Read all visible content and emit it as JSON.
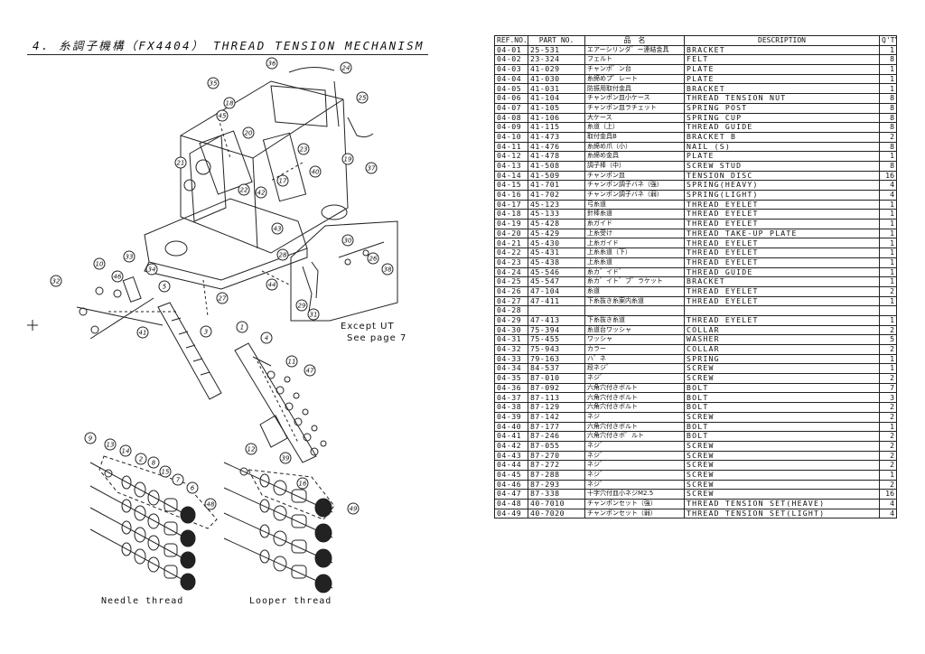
{
  "page_title": "4. 糸調子機構（FX4404） THREAD TENSION MECHANISM",
  "diagram": {
    "except_note": "Except UT",
    "see_page": "See page 7",
    "needle_caption": "Needle thread",
    "looper_caption": "Looper thread",
    "callouts": [
      "1",
      "2",
      "3",
      "4",
      "5",
      "6",
      "7",
      "8",
      "9",
      "10",
      "11",
      "12",
      "13",
      "14",
      "15",
      "16",
      "17",
      "18",
      "19",
      "20",
      "21",
      "22",
      "23",
      "24",
      "25",
      "26",
      "27",
      "28",
      "29",
      "30",
      "31",
      "32",
      "33",
      "34",
      "35",
      "36",
      "37",
      "38",
      "39",
      "40",
      "41",
      "42",
      "43",
      "44",
      "45",
      "46",
      "47",
      "48",
      "49"
    ]
  },
  "table": {
    "headers": {
      "ref": "REF.NO.",
      "part": "PART NO.",
      "name_jp": "品　名",
      "desc": "DESCRIPTION",
      "qty": "Q'TY"
    },
    "rows": [
      {
        "ref": "04-01",
        "part": "25-531",
        "jp": "エアーシリンダ゛ー連結金具",
        "desc": "BRACKET",
        "qty": "1"
      },
      {
        "ref": "04-02",
        "part": "23-324",
        "jp": "フェルト",
        "desc": "FELT",
        "qty": "8"
      },
      {
        "ref": "04-03",
        "part": "41-029",
        "jp": "チャンポ゛ン台",
        "desc": "PLATE",
        "qty": "1"
      },
      {
        "ref": "04-04",
        "part": "41-030",
        "jp": "糸締めプ゛レート",
        "desc": "PLATE",
        "qty": "1"
      },
      {
        "ref": "04-05",
        "part": "41-031",
        "jp": "防振用取付金具",
        "desc": "BRACKET",
        "qty": "1"
      },
      {
        "ref": "04-06",
        "part": "41-104",
        "jp": "チャンポン皿小ケース",
        "desc": "THREAD TENSION NUT",
        "qty": "8"
      },
      {
        "ref": "04-07",
        "part": "41-105",
        "jp": "チャンポン皿ラチェット",
        "desc": "SPRING POST",
        "qty": "8"
      },
      {
        "ref": "04-08",
        "part": "41-106",
        "jp": "大ケース",
        "desc": "SPRING CUP",
        "qty": "8"
      },
      {
        "ref": "04-09",
        "part": "41-115",
        "jp": "糸道（上）",
        "desc": "THREAD GUIDE",
        "qty": "8"
      },
      {
        "ref": "04-10",
        "part": "41-473",
        "jp": "取付金具B",
        "desc": "BRACKET B",
        "qty": "2"
      },
      {
        "ref": "04-11",
        "part": "41-476",
        "jp": "糸締め爪（小）",
        "desc": "NAIL (S)",
        "qty": "8"
      },
      {
        "ref": "04-12",
        "part": "41-478",
        "jp": "糸締め金具",
        "desc": "PLATE",
        "qty": "1"
      },
      {
        "ref": "04-13",
        "part": "41-508",
        "jp": "調子棒（中）",
        "desc": "SCREW STUD",
        "qty": "8"
      },
      {
        "ref": "04-14",
        "part": "41-509",
        "jp": "チャンポン皿",
        "desc": "TENSION DISC",
        "qty": "16"
      },
      {
        "ref": "04-15",
        "part": "41-701",
        "jp": "チャンポン調子バネ（強）",
        "desc": "SPRING(HEAVY)",
        "qty": "4"
      },
      {
        "ref": "04-16",
        "part": "41-702",
        "jp": "チャンポン調子バネ（弱）",
        "desc": "SPRING(LIGHT)",
        "qty": "4"
      },
      {
        "ref": "04-17",
        "part": "45-123",
        "jp": "弓糸道",
        "desc": "THREAD EYELET",
        "qty": "1"
      },
      {
        "ref": "04-18",
        "part": "45-133",
        "jp": "針棒糸道",
        "desc": "THREAD EYELET",
        "qty": "1"
      },
      {
        "ref": "04-19",
        "part": "45-428",
        "jp": "糸ガイド",
        "desc": "THREAD EYELET",
        "qty": "1"
      },
      {
        "ref": "04-20",
        "part": "45-429",
        "jp": "上糸受け",
        "desc": "THREAD TAKE-UP PLATE",
        "qty": "1"
      },
      {
        "ref": "04-21",
        "part": "45-430",
        "jp": "上糸ガイド",
        "desc": "THREAD EYELET",
        "qty": "1"
      },
      {
        "ref": "04-22",
        "part": "45-431",
        "jp": "上糸糸道（下）",
        "desc": "THREAD EYELET",
        "qty": "1"
      },
      {
        "ref": "04-23",
        "part": "45-438",
        "jp": "上糸糸道",
        "desc": "THREAD EYELET",
        "qty": "1"
      },
      {
        "ref": "04-24",
        "part": "45-546",
        "jp": "糸カ゛イド゛",
        "desc": "THREAD GUIDE",
        "qty": "1"
      },
      {
        "ref": "04-25",
        "part": "45-547",
        "jp": "糸カ゛イト゛ブ゛ラケット",
        "desc": "BRACKET",
        "qty": "1"
      },
      {
        "ref": "04-26",
        "part": "47-104",
        "jp": "糸道",
        "desc": "THREAD EYELET",
        "qty": "2"
      },
      {
        "ref": "04-27",
        "part": "47-411",
        "jp": "下糸抜き糸案内糸道",
        "desc": "THREAD EYELET",
        "qty": "1"
      },
      {
        "ref": "04-28",
        "part": "",
        "jp": "",
        "desc": "",
        "qty": ""
      },
      {
        "ref": "04-29",
        "part": "47-413",
        "jp": "下糸抜き糸道",
        "desc": "THREAD EYELET",
        "qty": "1"
      },
      {
        "ref": "04-30",
        "part": "75-394",
        "jp": "糸道台ワッシャ",
        "desc": "COLLAR",
        "qty": "2"
      },
      {
        "ref": "04-31",
        "part": "75-455",
        "jp": "ワッシャ",
        "desc": "WASHER",
        "qty": "5"
      },
      {
        "ref": "04-32",
        "part": "75-943",
        "jp": "カラー",
        "desc": "COLLAR",
        "qty": "2"
      },
      {
        "ref": "04-33",
        "part": "79-163",
        "jp": "ハ゛ネ",
        "desc": "SPRING",
        "qty": "1"
      },
      {
        "ref": "04-34",
        "part": "84-537",
        "jp": "段ネジ゛",
        "desc": "SCREW",
        "qty": "1"
      },
      {
        "ref": "04-35",
        "part": "87-010",
        "jp": "ネジ゛",
        "desc": "SCREW",
        "qty": "2"
      },
      {
        "ref": "04-36",
        "part": "87-092",
        "jp": "六角穴付きボルト",
        "desc": "BOLT",
        "qty": "7"
      },
      {
        "ref": "04-37",
        "part": "87-113",
        "jp": "六角穴付きボルト",
        "desc": "BOLT",
        "qty": "3"
      },
      {
        "ref": "04-38",
        "part": "87-129",
        "jp": "六角穴付きボルト",
        "desc": "BOLT",
        "qty": "2"
      },
      {
        "ref": "04-39",
        "part": "87-142",
        "jp": "ネジ",
        "desc": "SCREW",
        "qty": "2"
      },
      {
        "ref": "04-40",
        "part": "87-177",
        "jp": "六角穴付きボルト",
        "desc": "BOLT",
        "qty": "1"
      },
      {
        "ref": "04-41",
        "part": "87-246",
        "jp": "六角穴付きボ゛ルト",
        "desc": "BOLT",
        "qty": "2"
      },
      {
        "ref": "04-42",
        "part": "87-055",
        "jp": "ネジ゛",
        "desc": "SCREW",
        "qty": "2"
      },
      {
        "ref": "04-43",
        "part": "87-270",
        "jp": "ネジ゛",
        "desc": "SCREW",
        "qty": "2"
      },
      {
        "ref": "04-44",
        "part": "87-272",
        "jp": "ネジ゛",
        "desc": "SCREW",
        "qty": "2"
      },
      {
        "ref": "04-45",
        "part": "87-288",
        "jp": "ネジ゛",
        "desc": "SCREW",
        "qty": "1"
      },
      {
        "ref": "04-46",
        "part": "87-293",
        "jp": "ネジ゛",
        "desc": "SCREW",
        "qty": "2"
      },
      {
        "ref": "04-47",
        "part": "87-338",
        "jp": "十字穴付皿小ネジM2.5",
        "desc": "SCREW",
        "qty": "16"
      },
      {
        "ref": "04-48",
        "part": "40-7010",
        "jp": "チャンポンセット（強）",
        "desc": "THREAD TENSION SET(HEAVE)",
        "qty": "4"
      },
      {
        "ref": "04-49",
        "part": "40-7020",
        "jp": "チャンポンセット（弱）",
        "desc": "THREAD TENSION SET(LIGHT)",
        "qty": "4"
      }
    ]
  }
}
